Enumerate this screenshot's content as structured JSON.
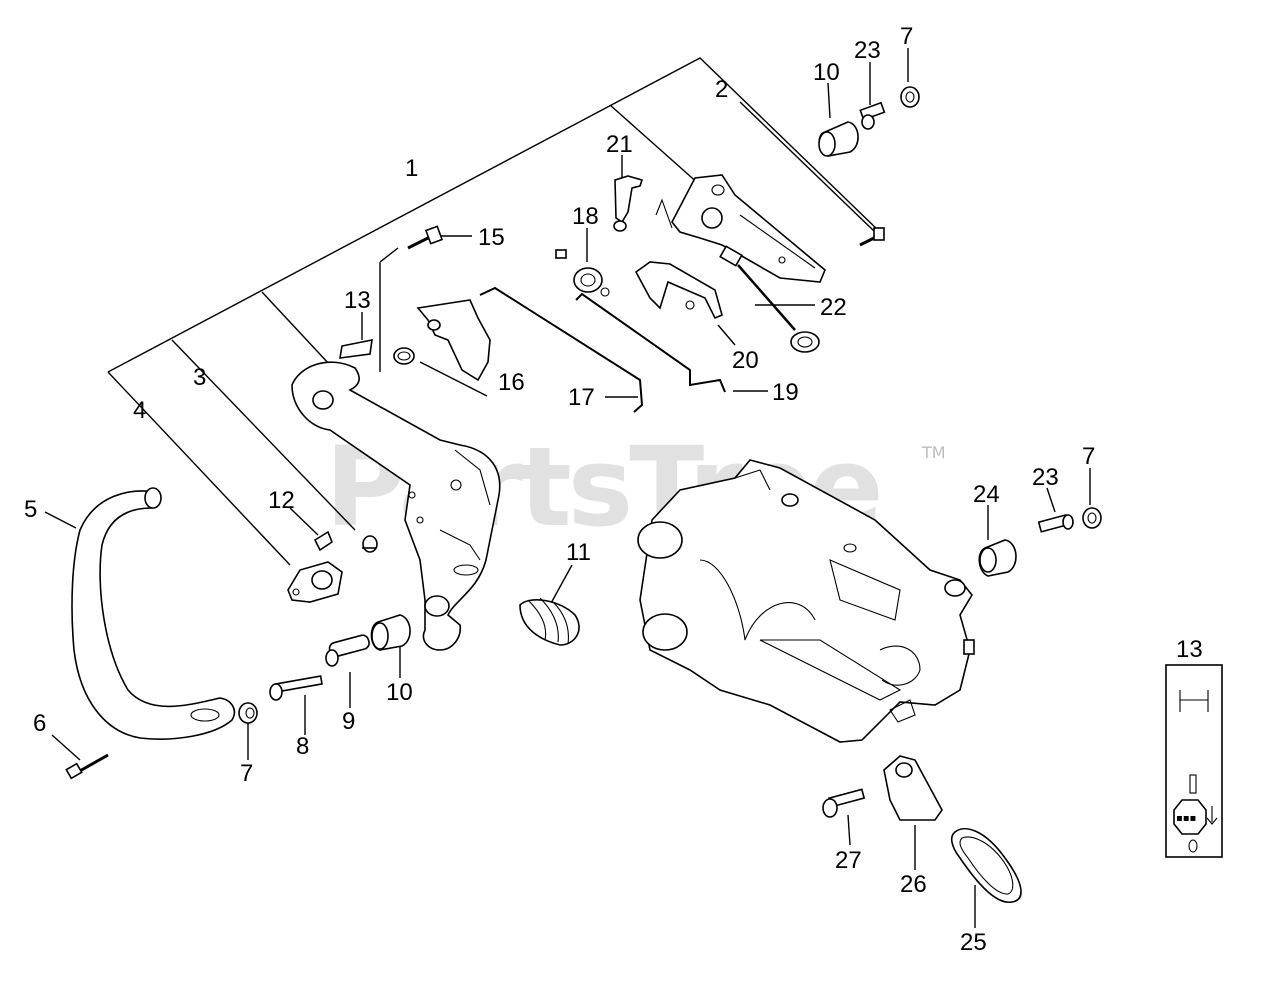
{
  "watermark": {
    "text": "PartsTree",
    "tm": "TM"
  },
  "callouts": [
    {
      "id": "1",
      "label": "1"
    },
    {
      "id": "2",
      "label": "2"
    },
    {
      "id": "3",
      "label": "3"
    },
    {
      "id": "4",
      "label": "4"
    },
    {
      "id": "5",
      "label": "5"
    },
    {
      "id": "6",
      "label": "6"
    },
    {
      "id": "7a",
      "label": "7"
    },
    {
      "id": "7b",
      "label": "7"
    },
    {
      "id": "7c",
      "label": "7"
    },
    {
      "id": "8",
      "label": "8"
    },
    {
      "id": "9",
      "label": "9"
    },
    {
      "id": "10a",
      "label": "10"
    },
    {
      "id": "10b",
      "label": "10"
    },
    {
      "id": "11",
      "label": "11"
    },
    {
      "id": "12",
      "label": "12"
    },
    {
      "id": "13a",
      "label": "13"
    },
    {
      "id": "13b",
      "label": "13"
    },
    {
      "id": "15",
      "label": "15"
    },
    {
      "id": "16",
      "label": "16"
    },
    {
      "id": "17",
      "label": "17"
    },
    {
      "id": "18",
      "label": "18"
    },
    {
      "id": "19",
      "label": "19"
    },
    {
      "id": "20",
      "label": "20"
    },
    {
      "id": "21",
      "label": "21"
    },
    {
      "id": "22",
      "label": "22"
    },
    {
      "id": "23a",
      "label": "23"
    },
    {
      "id": "23b",
      "label": "23"
    },
    {
      "id": "24",
      "label": "24"
    },
    {
      "id": "25",
      "label": "25"
    },
    {
      "id": "26",
      "label": "26"
    },
    {
      "id": "27",
      "label": "27"
    }
  ]
}
